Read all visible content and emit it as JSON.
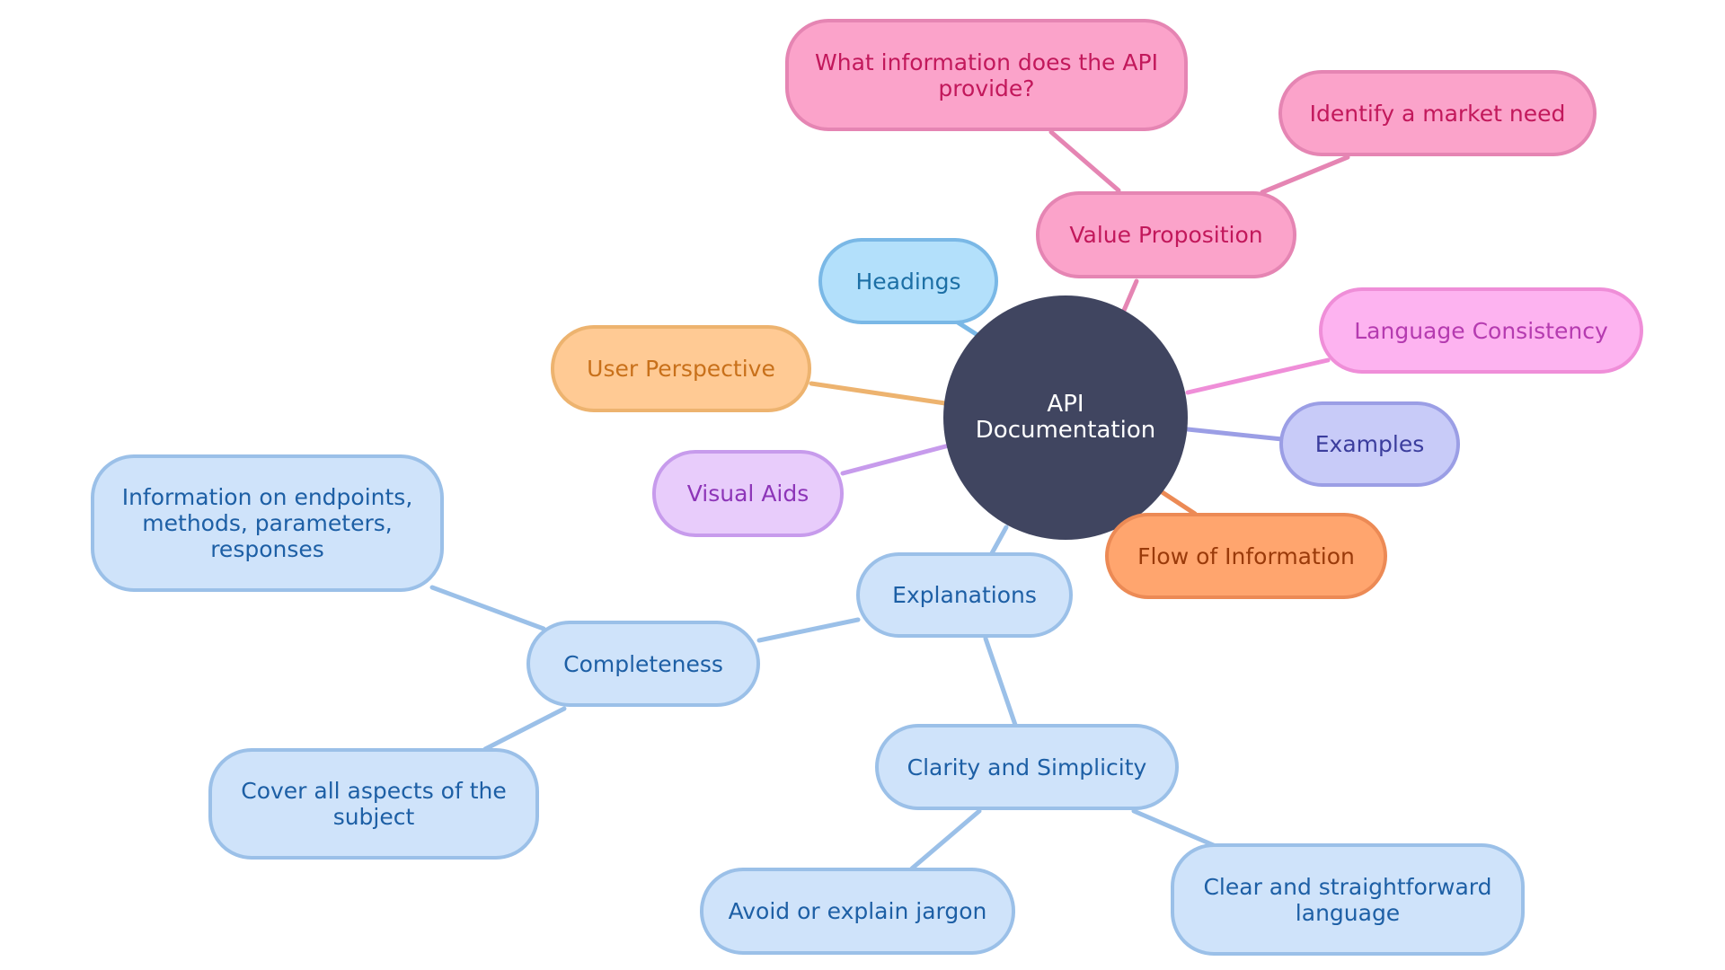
{
  "mindmap": {
    "root": {
      "id": "root",
      "label": "API Documentation",
      "fill": "#404560",
      "text": "#ffffff"
    },
    "nodes": [
      {
        "id": "value-prop",
        "label": "Value Proposition",
        "fill": "#FBA3CA",
        "stroke": "#E585B3",
        "text": "#C2185B"
      },
      {
        "id": "api-info",
        "label": "What information does the API provide?",
        "fill": "#FBA3CA",
        "stroke": "#E585B3",
        "text": "#C2185B"
      },
      {
        "id": "market-need",
        "label": "Identify a market need",
        "fill": "#FBA3CA",
        "stroke": "#E585B3",
        "text": "#C2185B"
      },
      {
        "id": "headings",
        "label": "Headings",
        "fill": "#B3E0FB",
        "stroke": "#7AB8E6",
        "text": "#1C6FA5"
      },
      {
        "id": "user-perspective",
        "label": "User Perspective",
        "fill": "#FFCA94",
        "stroke": "#EDB36F",
        "text": "#C8701A"
      },
      {
        "id": "language-consistency",
        "label": "Language Consistency",
        "fill": "#FDB3F0",
        "stroke": "#EF8ED8",
        "text": "#B53BB0"
      },
      {
        "id": "examples",
        "label": "Examples",
        "fill": "#C8CBF8",
        "stroke": "#9B9EE5",
        "text": "#3B3D9D"
      },
      {
        "id": "visual-aids",
        "label": "Visual Aids",
        "fill": "#E8CCFB",
        "stroke": "#C79BEC",
        "text": "#8D35B8"
      },
      {
        "id": "flow-of-information",
        "label": "Flow of Information",
        "fill": "#FFA56E",
        "stroke": "#EC8A55",
        "text": "#9A3A0A"
      },
      {
        "id": "explanations",
        "label": "Explanations",
        "fill": "#CFE3FA",
        "stroke": "#9BC0E8",
        "text": "#1D5FA5"
      },
      {
        "id": "completeness",
        "label": "Completeness",
        "fill": "#CFE3FA",
        "stroke": "#9BC0E8",
        "text": "#1D5FA5"
      },
      {
        "id": "endpoints-info",
        "label": "Information on endpoints, methods, parameters, responses",
        "fill": "#CFE3FA",
        "stroke": "#9BC0E8",
        "text": "#1D5FA5"
      },
      {
        "id": "cover-aspects",
        "label": "Cover all aspects of the subject",
        "fill": "#CFE3FA",
        "stroke": "#9BC0E8",
        "text": "#1D5FA5"
      },
      {
        "id": "clarity-simplicity",
        "label": "Clarity and Simplicity",
        "fill": "#CFE3FA",
        "stroke": "#9BC0E8",
        "text": "#1D5FA5"
      },
      {
        "id": "avoid-jargon",
        "label": "Avoid or explain jargon",
        "fill": "#CFE3FA",
        "stroke": "#9BC0E8",
        "text": "#1D5FA5"
      },
      {
        "id": "clear-language",
        "label": "Clear and straightforward language",
        "fill": "#CFE3FA",
        "stroke": "#9BC0E8",
        "text": "#1D5FA5"
      }
    ],
    "edges": [
      {
        "from": "root",
        "to": "value-prop",
        "color": "#E585B3"
      },
      {
        "from": "value-prop",
        "to": "api-info",
        "color": "#E585B3"
      },
      {
        "from": "value-prop",
        "to": "market-need",
        "color": "#E585B3"
      },
      {
        "from": "root",
        "to": "headings",
        "color": "#7AB8E6"
      },
      {
        "from": "root",
        "to": "user-perspective",
        "color": "#EDB36F"
      },
      {
        "from": "root",
        "to": "language-consistency",
        "color": "#EF8ED8"
      },
      {
        "from": "root",
        "to": "examples",
        "color": "#9B9EE5"
      },
      {
        "from": "root",
        "to": "visual-aids",
        "color": "#C79BEC"
      },
      {
        "from": "root",
        "to": "flow-of-information",
        "color": "#EC8A55"
      },
      {
        "from": "root",
        "to": "explanations",
        "color": "#9BC0E8"
      },
      {
        "from": "explanations",
        "to": "completeness",
        "color": "#9BC0E8"
      },
      {
        "from": "completeness",
        "to": "endpoints-info",
        "color": "#9BC0E8"
      },
      {
        "from": "completeness",
        "to": "cover-aspects",
        "color": "#9BC0E8"
      },
      {
        "from": "explanations",
        "to": "clarity-simplicity",
        "color": "#9BC0E8"
      },
      {
        "from": "clarity-simplicity",
        "to": "avoid-jargon",
        "color": "#9BC0E8"
      },
      {
        "from": "clarity-simplicity",
        "to": "clear-language",
        "color": "#9BC0E8"
      }
    ]
  }
}
